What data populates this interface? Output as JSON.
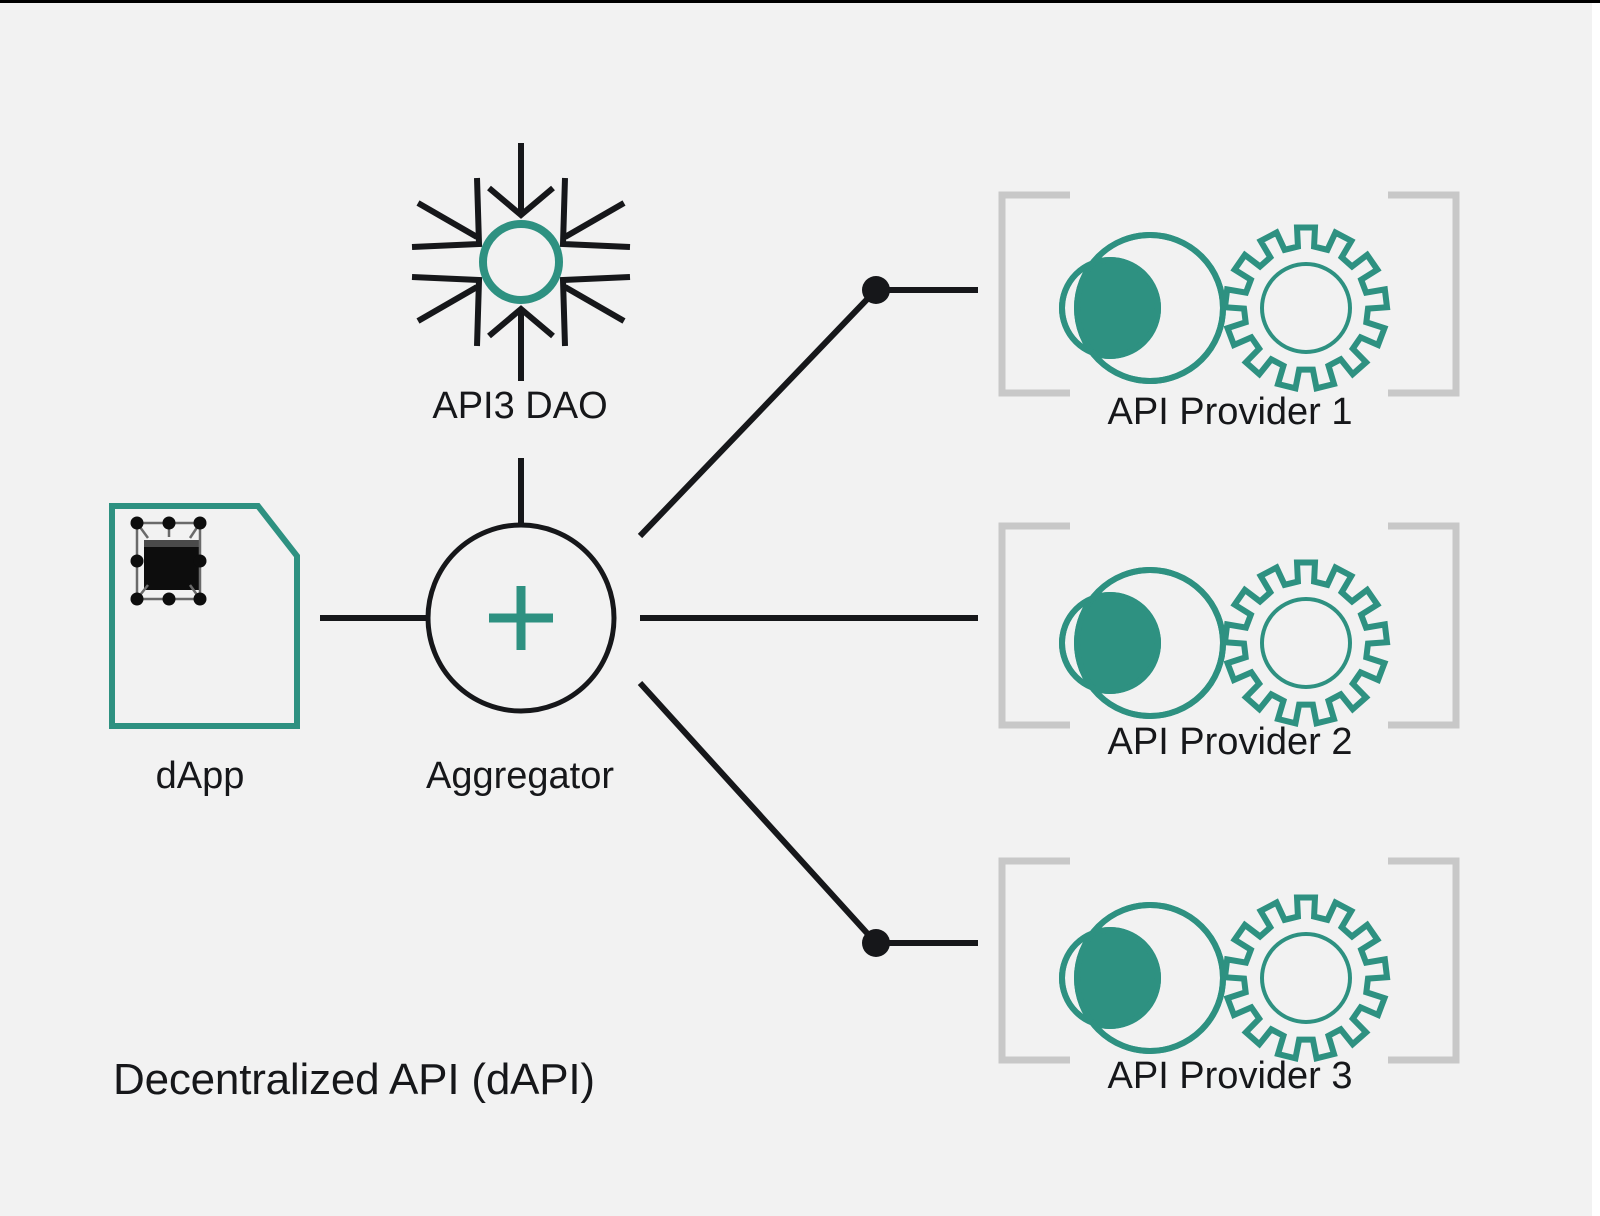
{
  "diagram": {
    "title": "Decentralized API (dAPI)",
    "background_color": "#f2f2f2",
    "accent_color": "#2e9181",
    "line_color": "#16171a",
    "bracket_color": "#c8c8c8"
  },
  "nodes": {
    "dapp": {
      "label": "dApp",
      "icon": "document-with-selected-object-icon"
    },
    "aggregator": {
      "label": "Aggregator",
      "icon": "circle-plus-icon"
    },
    "api3_dao": {
      "label": "API3 DAO",
      "icon": "snowflake-inward-arrows-icon"
    }
  },
  "providers": [
    {
      "label": "API Provider 1",
      "icons": [
        "venn-circles-icon",
        "gear-icon"
      ],
      "has_connector_dot": true
    },
    {
      "label": "API Provider 2",
      "icons": [
        "venn-circles-icon",
        "gear-icon"
      ],
      "has_connector_dot": false
    },
    {
      "label": "API Provider 3",
      "icons": [
        "venn-circles-icon",
        "gear-icon"
      ],
      "has_connector_dot": true
    }
  ],
  "connections": [
    {
      "from": "dapp",
      "to": "aggregator",
      "style": "straight"
    },
    {
      "from": "api3_dao",
      "to": "aggregator",
      "style": "straight"
    },
    {
      "from": "aggregator",
      "to": "provider-1",
      "style": "diagonal-then-horizontal"
    },
    {
      "from": "aggregator",
      "to": "provider-2",
      "style": "straight"
    },
    {
      "from": "aggregator",
      "to": "provider-3",
      "style": "diagonal-then-horizontal"
    }
  ]
}
